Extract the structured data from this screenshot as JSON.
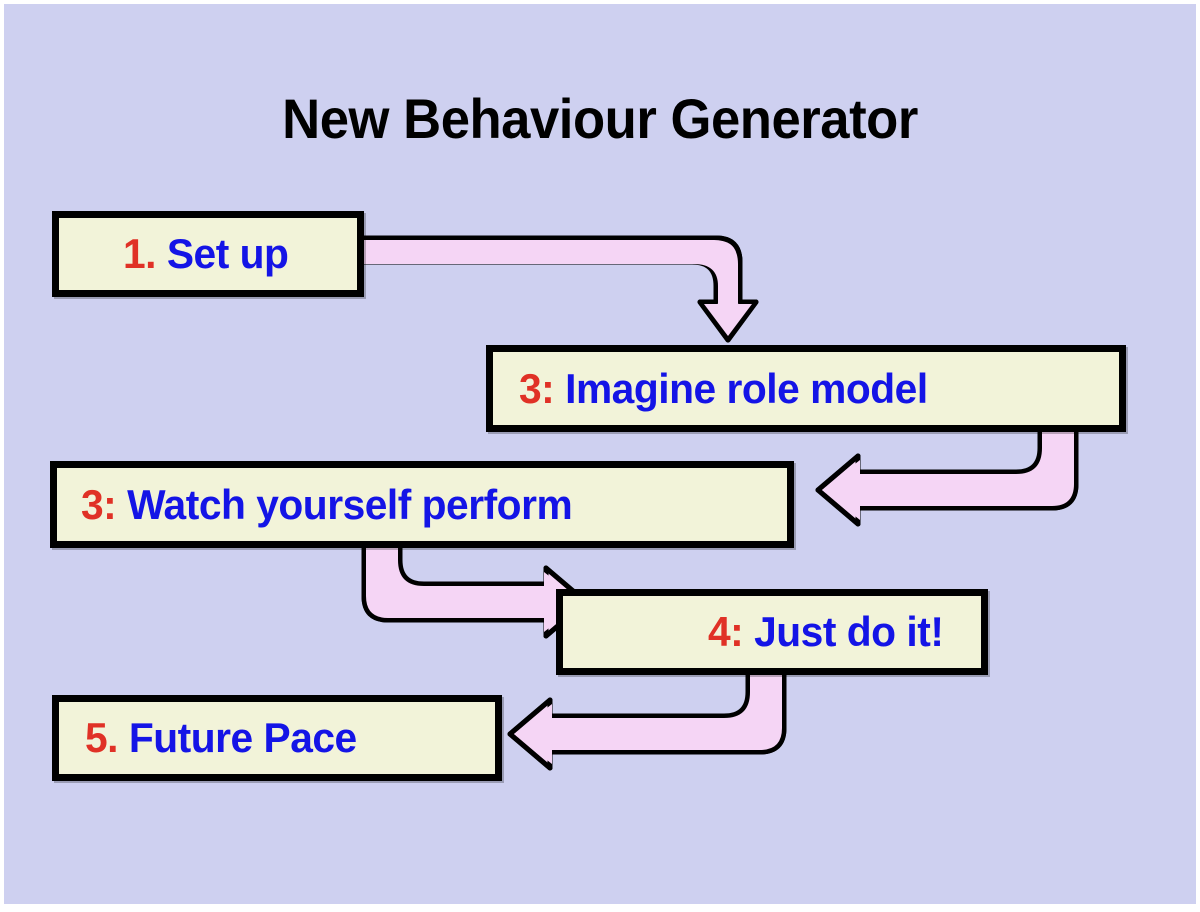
{
  "slide": {
    "title": "New Behaviour Generator",
    "background_color": "#ced0f0",
    "box_fill_color": "#f2f3d9",
    "box_border_color": "#000000",
    "arrow_fill_color": "#f5d5f5",
    "arrow_border_color": "#000000",
    "number_color": "#e03126",
    "text_color": "#1414e6"
  },
  "nodes": [
    {
      "id": "node1",
      "number": "1.",
      "text": "Set up"
    },
    {
      "id": "node2",
      "number": "3:",
      "text": "Imagine role model"
    },
    {
      "id": "node3",
      "number": "3:",
      "text": "Watch yourself perform"
    },
    {
      "id": "node4",
      "number": "4:",
      "text": "Just do it!"
    },
    {
      "id": "node5",
      "number": "5.",
      "text": "Future Pace"
    }
  ],
  "connectors": [
    {
      "id": "arrow-1-to-2",
      "from": "node1",
      "to": "node2",
      "shape": "right-then-down",
      "head": "down"
    },
    {
      "id": "arrow-2-to-3",
      "from": "node2",
      "to": "node3",
      "shape": "down-then-left",
      "head": "left"
    },
    {
      "id": "arrow-3-to-4",
      "from": "node3",
      "to": "node4",
      "shape": "down-then-right",
      "head": "right"
    },
    {
      "id": "arrow-4-to-5",
      "from": "node4",
      "to": "node5",
      "shape": "down-then-left",
      "head": "left"
    }
  ]
}
